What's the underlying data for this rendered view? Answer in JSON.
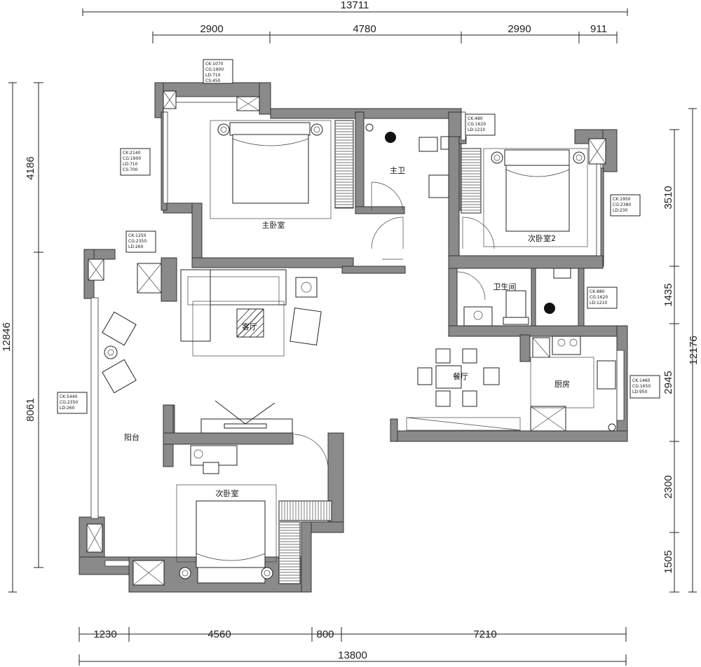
{
  "dimensions": {
    "top_total": "13711",
    "top_segments": [
      "2900",
      "4780",
      "2990",
      "911"
    ],
    "bottom_segments": [
      "1230",
      "4560",
      "800",
      "7210"
    ],
    "bottom_total": "13800",
    "left_total": "12846",
    "left_segments": [
      "4186",
      "8061"
    ],
    "right_total": "12176",
    "right_segments": [
      "3510",
      "1435",
      "2945",
      "2300",
      "1505"
    ]
  },
  "rooms": {
    "master_bedroom": "主卧室",
    "master_bath": "主卫",
    "second_bedroom_2": "次卧室2",
    "bathroom": "卫生间",
    "living_room": "客厅",
    "dining_room": "餐厅",
    "kitchen": "厨房",
    "balcony": "阳台",
    "second_bedroom": "次卧室"
  },
  "window_tags": {
    "tag_top": [
      "CK:1070",
      "CG:1900",
      "LD:710",
      "CS:450"
    ],
    "tag_left_master": [
      "CK:2140",
      "CG:1900",
      "LD:710",
      "CS:700"
    ],
    "tag_master_bath": [
      "CK:480",
      "CG:1620",
      "LD:1210"
    ],
    "tag_bedroom2": [
      "CK:1950",
      "CG:2380",
      "LD:230"
    ],
    "tag_living": [
      "CK:1250",
      "CG:2350",
      "LD:260"
    ],
    "tag_bath": [
      "CK:880",
      "CG:1620",
      "LD:1210"
    ],
    "tag_balcony": [
      "CK:5440",
      "CG:2350",
      "LD:260"
    ],
    "tag_kitchen": [
      "CK:1460",
      "CG:1650",
      "LD:950"
    ]
  }
}
